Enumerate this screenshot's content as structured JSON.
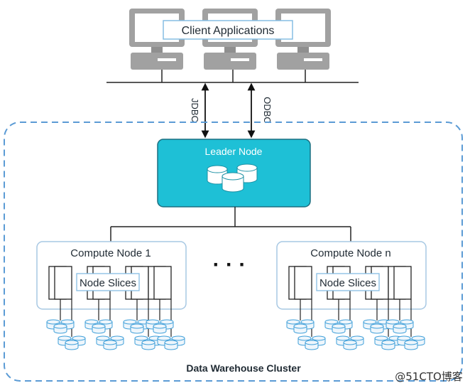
{
  "clients": {
    "label": "Client Applications",
    "count": 3
  },
  "connectors": {
    "left": "JDBC",
    "right": "ODBC"
  },
  "leader": {
    "label": "Leader Node",
    "color": "#1ec0d6"
  },
  "compute_nodes": [
    {
      "title": "Compute Node 1",
      "slices_label": "Node Slices"
    },
    {
      "title": "Compute Node n",
      "slices_label": "Node Slices"
    }
  ],
  "ellipsis": "· · ·",
  "cluster": {
    "label": "Data Warehouse Cluster",
    "border_color": "#5b9bd5"
  },
  "watermark": "@51CTO博客",
  "colors": {
    "monitor": "#9b9b9b",
    "db_outline": "#3f9fd9",
    "db_fill": "#eef6fc",
    "compute_border": "#a7c8e3"
  }
}
